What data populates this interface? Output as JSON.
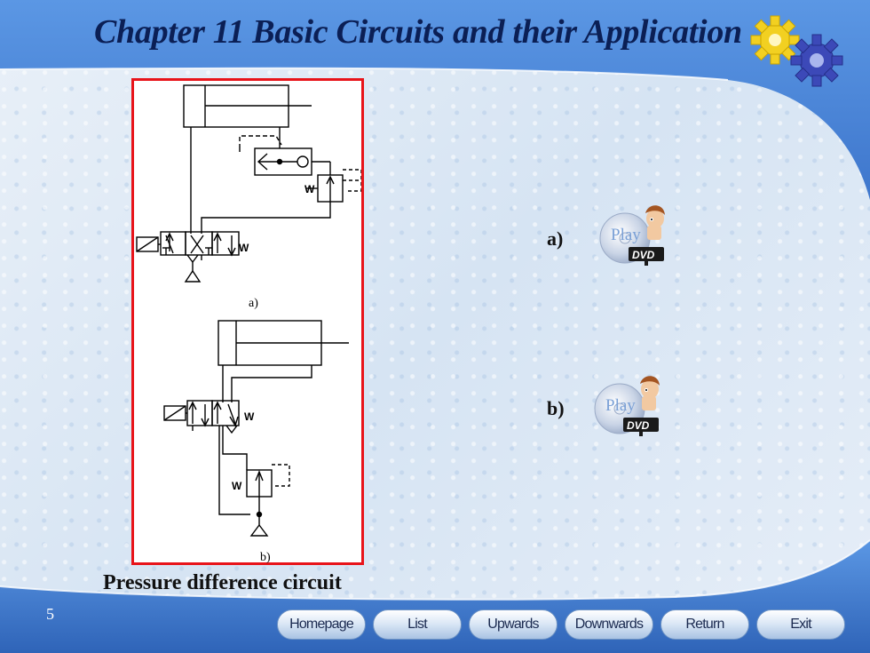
{
  "slide": {
    "title": "Chapter 11 Basic Circuits and their Application",
    "caption": "Pressure difference circuit",
    "page_number": "5"
  },
  "diagram": {
    "label_a": "a)",
    "label_b": "b)",
    "spring_symbol": "W"
  },
  "media": [
    {
      "label": "a)",
      "play_text": "Play",
      "disc_text": "DVD"
    },
    {
      "label": "b)",
      "play_text": "Play",
      "disc_text": "DVD"
    }
  ],
  "nav": {
    "buttons": [
      "Homepage",
      "List",
      "Upwards",
      "Downwards",
      "Return",
      "Exit"
    ]
  },
  "colors": {
    "header_blue": "#4a86d8",
    "frame_red": "#e8141a",
    "title_navy": "#0b1f55"
  }
}
